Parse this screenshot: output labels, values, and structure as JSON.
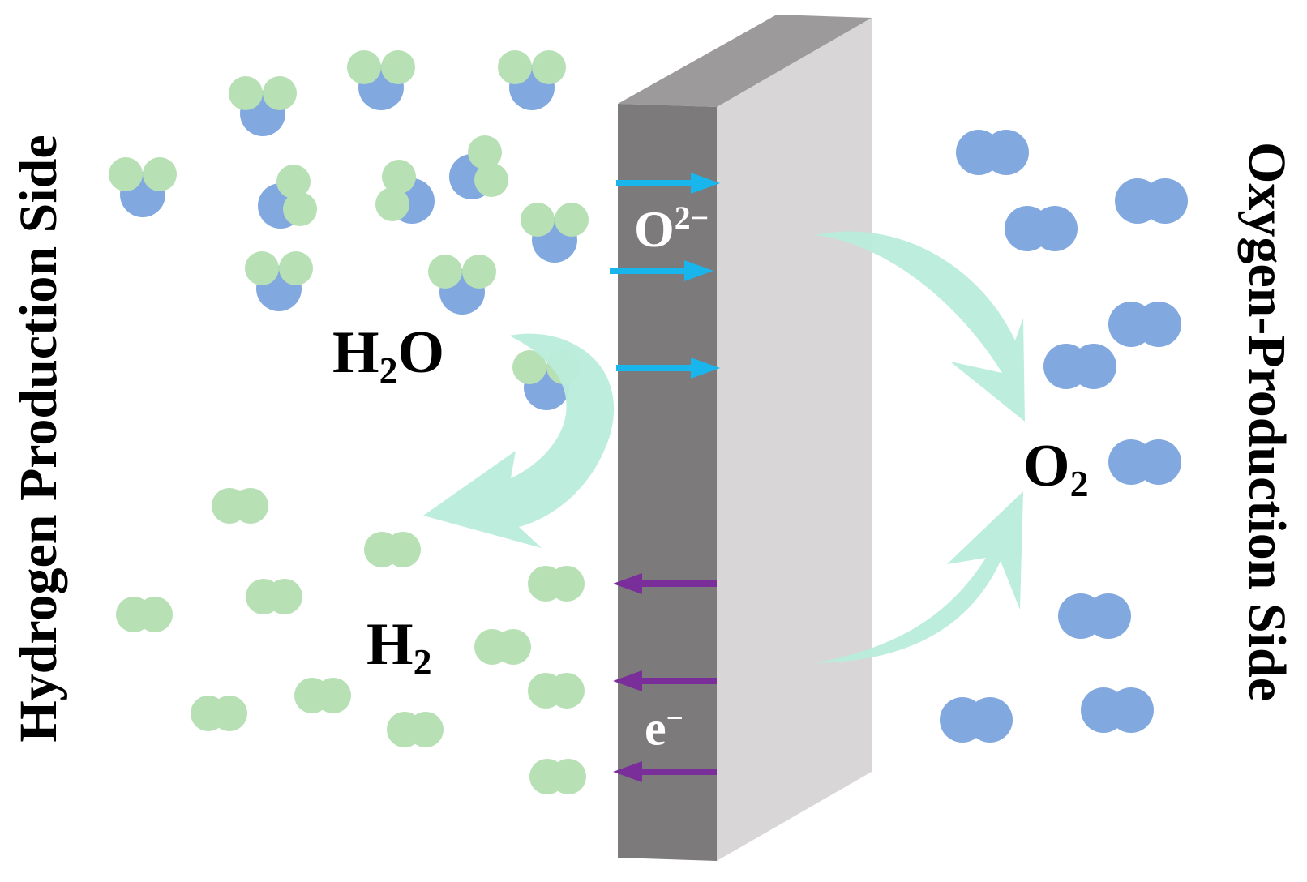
{
  "sides": {
    "hydrogen": "Hydrogen Production Side",
    "oxygen": "Oxygen-Production Side"
  },
  "labels": {
    "water": {
      "base": "H",
      "sub": "2",
      "tail": "O"
    },
    "hydrogen": {
      "base": "H",
      "sub": "2"
    },
    "oxygen": {
      "base": "O",
      "sub": "2"
    },
    "oxide_ion": {
      "base": "O",
      "sup": "2−"
    },
    "electron": {
      "base": "e",
      "sup": "−"
    }
  },
  "colors": {
    "oxygen_atom": "#82a8e0",
    "hydrogen_atom": "#b7e0b5",
    "flow_arrow": "#b9ecdb",
    "ion_arrow": "#19b6ee",
    "electron_arrow": "#7a2e9a",
    "membrane_front": "#7c7a7b",
    "membrane_top": "#9c9a9b",
    "membrane_side": "#d8d6d7"
  }
}
